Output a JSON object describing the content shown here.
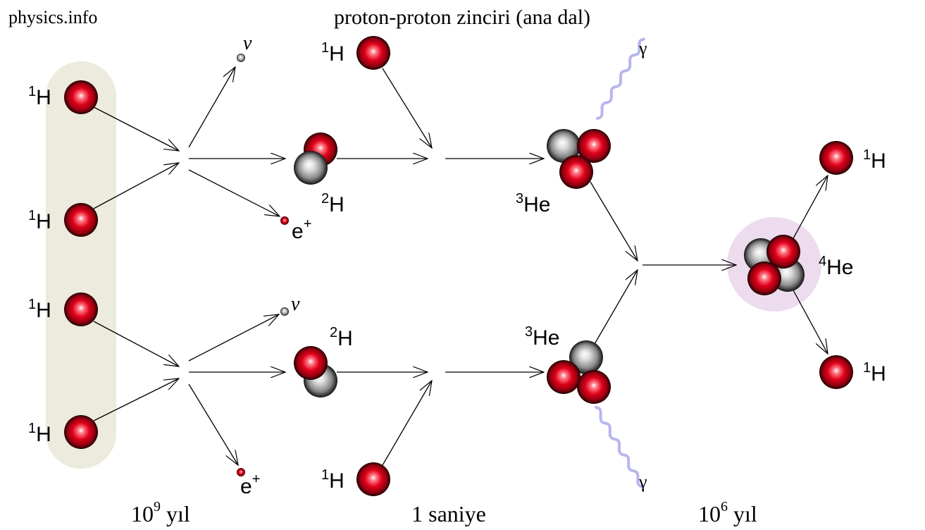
{
  "header": {
    "site": "physics.info",
    "title": "proton-proton zinciri (ana dal)"
  },
  "labels": {
    "h1": {
      "mass": "1",
      "sym": "H"
    },
    "h2": {
      "mass": "2",
      "sym": "H"
    },
    "he3": {
      "mass": "3",
      "sym": "He"
    },
    "he4": {
      "mass": "4",
      "sym": "He"
    },
    "nu": "ν",
    "gamma": "γ",
    "positron": {
      "sym": "e",
      "charge": "+"
    }
  },
  "timescales": {
    "step1": {
      "base": "10",
      "exp": "9",
      "unit": " yıl"
    },
    "step2": {
      "text": "1 saniye"
    },
    "step3": {
      "base": "10",
      "exp": "6",
      "unit": " yıl"
    }
  },
  "colors": {
    "proton": "#e0001a",
    "neutron": "#8a8a8a",
    "arrow": "#000000",
    "h_band": "#ecebdd",
    "he4_halo": "#ecdcee",
    "gamma_wave": "#b7b6ee"
  }
}
